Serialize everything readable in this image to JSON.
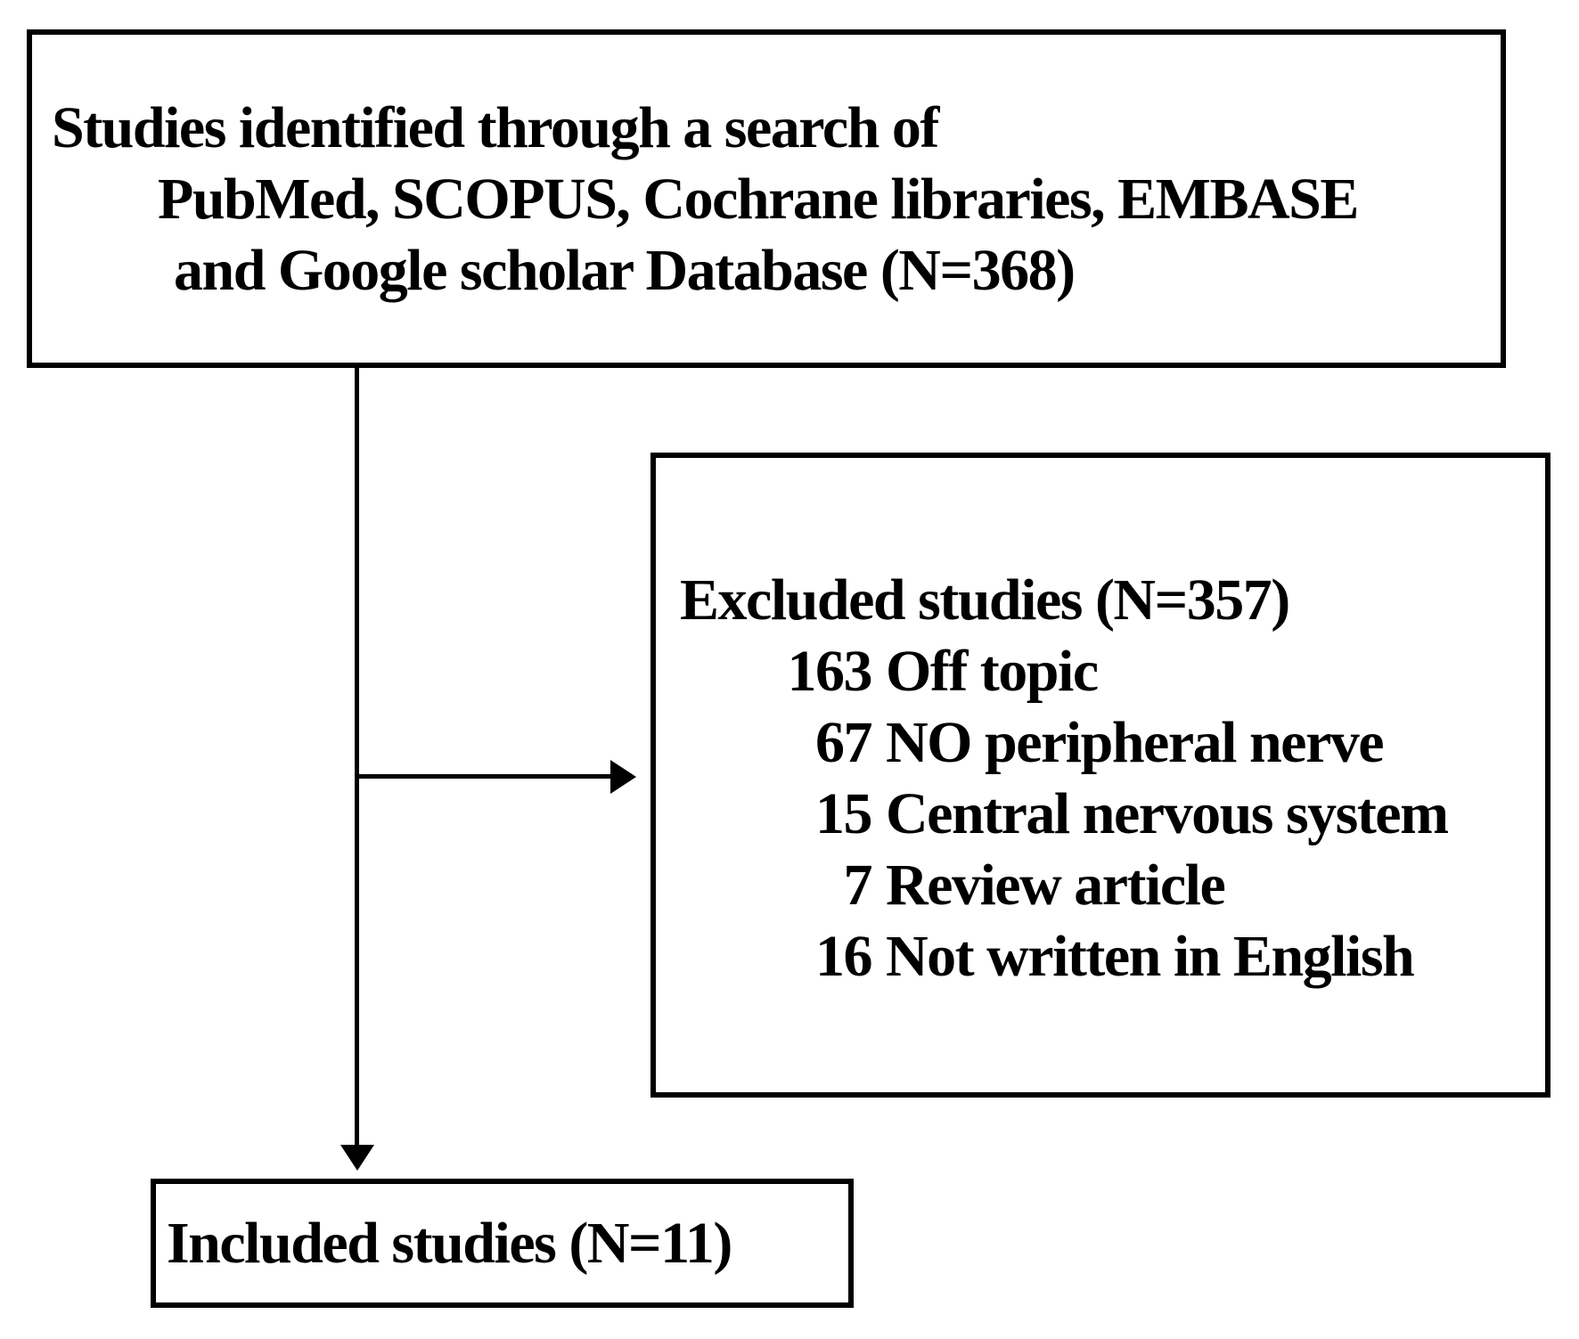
{
  "flowchart": {
    "identification": {
      "line1": "Studies identified through a search of",
      "line2": "PubMed, SCOPUS, Cochrane libraries, EMBASE",
      "line3": "and Google scholar Database (N=368)"
    },
    "excluded": {
      "heading": "Excluded studies (N=357)",
      "items": [
        {
          "count": "163",
          "reason": "Off topic"
        },
        {
          "count": "67",
          "reason": "NO peripheral nerve"
        },
        {
          "count": "15",
          "reason": "Central nervous system"
        },
        {
          "count": "7",
          "reason": "Review article"
        },
        {
          "count": "16",
          "reason": "Not written in English"
        }
      ]
    },
    "included": {
      "label": "Included studies (N=11)"
    },
    "colors": {
      "ink": "#000000",
      "background": "#ffffff"
    }
  }
}
